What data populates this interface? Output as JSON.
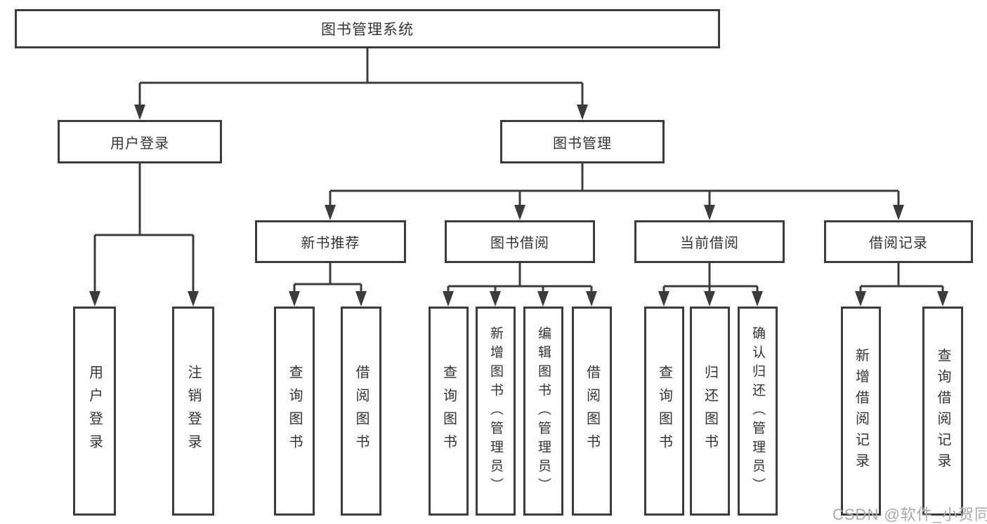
{
  "diagram": {
    "type": "tree",
    "colors": {
      "line": "#3b3b3b",
      "border": "#3b3b3b",
      "text": "#333333",
      "background": "#ffffff",
      "watermark_text": "#a9a9a9"
    },
    "tree": {
      "label": "图书管理系统",
      "children": [
        {
          "label": "用户登录",
          "children": [
            {
              "label": "用户登录"
            },
            {
              "label": "注销登录"
            }
          ]
        },
        {
          "label": "图书管理",
          "children": [
            {
              "label": "新书推荐",
              "children": [
                {
                  "label": "查询图书"
                },
                {
                  "label": "借阅图书"
                }
              ]
            },
            {
              "label": "图书借阅",
              "children": [
                {
                  "label": "查询图书"
                },
                {
                  "label": "新增图书（管理员）"
                },
                {
                  "label": "编辑图书（管理员）"
                },
                {
                  "label": "借阅图书"
                }
              ]
            },
            {
              "label": "当前借阅",
              "children": [
                {
                  "label": "查询图书"
                },
                {
                  "label": "归还图书"
                },
                {
                  "label": "确认归还（管理员）"
                }
              ]
            },
            {
              "label": "借阅记录",
              "children": [
                {
                  "label": "新增借阅记录"
                },
                {
                  "label": "查询借阅记录"
                }
              ]
            }
          ]
        }
      ]
    },
    "watermark": {
      "text": "CSDN @软件_小贺同学"
    }
  }
}
